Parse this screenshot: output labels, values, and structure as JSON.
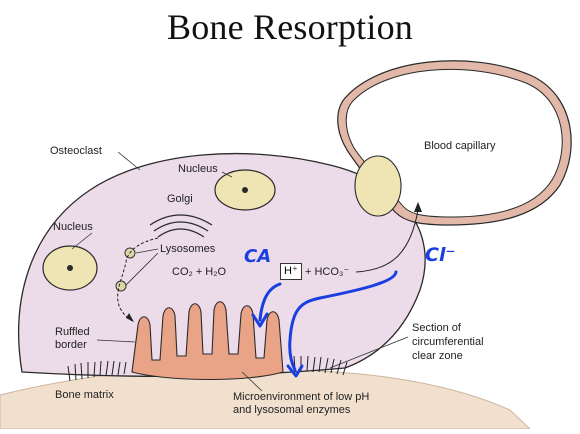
{
  "title": "Bone Resorption",
  "labels": {
    "osteoclast": "Osteoclast",
    "nucleus_top": "Nucleus",
    "nucleus_left": "Nucleus",
    "golgi": "Golgi",
    "lysosomes": "Lysosomes",
    "reaction_left": "CO₂ + H₂O",
    "h_plus": "H⁺",
    "reaction_right": "+ HCO₃⁻",
    "blood_capillary": "Blood capillary",
    "ruffled_border_line1": "Ruffled",
    "ruffled_border_line2": "border",
    "section_line1": "Section of",
    "section_line2": "circumferential",
    "section_line3": "clear zone",
    "bone_matrix": "Bone matrix",
    "microenv_line1": "Microenvironment of low pH",
    "microenv_line2": "and lysosomal enzymes"
  },
  "annotations": {
    "ca": "CA",
    "cl": "Cl⁻"
  },
  "colors": {
    "cell_fill": "#ecdbe8",
    "bone_fill": "#f2e0cf",
    "ruffle_fill": "#e9a488",
    "nucleus_fill": "#efe4b4",
    "capillary_wall": "#e2b8a8",
    "annotation_blue": "#1a3fe0"
  }
}
